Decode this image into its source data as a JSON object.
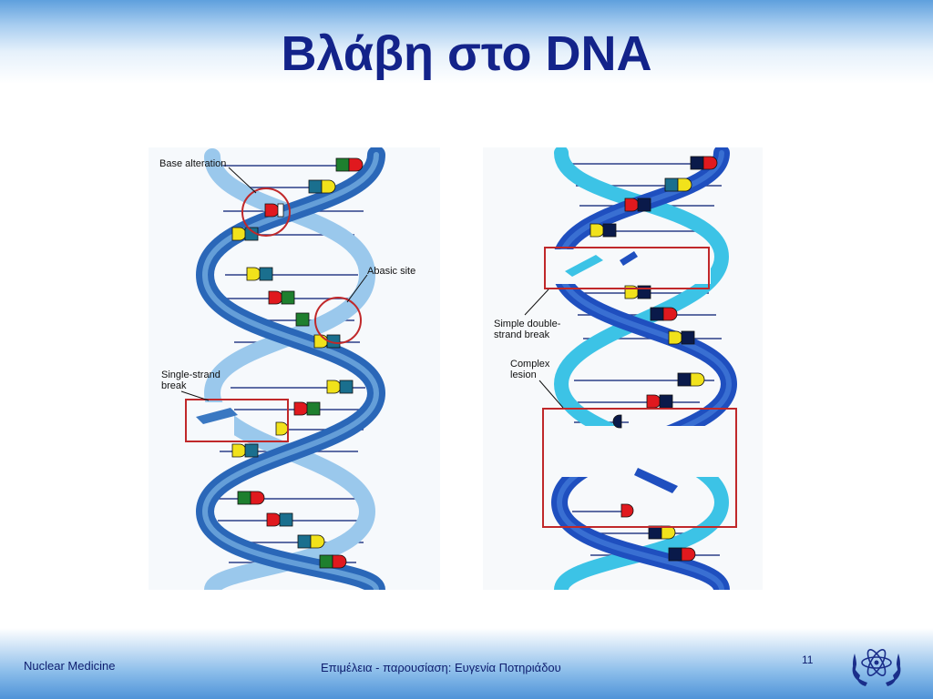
{
  "slide": {
    "title": "Βλάβη στο DNA"
  },
  "left_figure": {
    "labels": {
      "base_alteration": "Base alteration",
      "abasic_site": "Abasic site",
      "single_strand_break_line1": "Single-strand",
      "single_strand_break_line2": "break"
    }
  },
  "right_figure": {
    "labels": {
      "double_strand_break_line1": "Simple double-",
      "double_strand_break_line2": "strand break",
      "complex_lesion_line1": "Complex",
      "complex_lesion_line2": "lesion"
    }
  },
  "footer": {
    "left_text": "Nuclear Medicine",
    "center_text": "Επιμέλεια - παρουσίαση: Ευγενία Ποτηριάδου",
    "page_number": "11",
    "logo_icon": "iaea-atom-laurel-icon"
  },
  "colors": {
    "title": "#13238a",
    "marker_box": "#c0282a",
    "helix_dark": "#2a67b8",
    "helix_light": "#8fc2ea",
    "helix_cyan": "#3cc3e6",
    "base_red": "#e0191e",
    "base_green": "#1e7f2e",
    "base_yellow": "#f1e21b",
    "base_teal": "#1a6f8e",
    "base_navy": "#0a1a4a"
  }
}
